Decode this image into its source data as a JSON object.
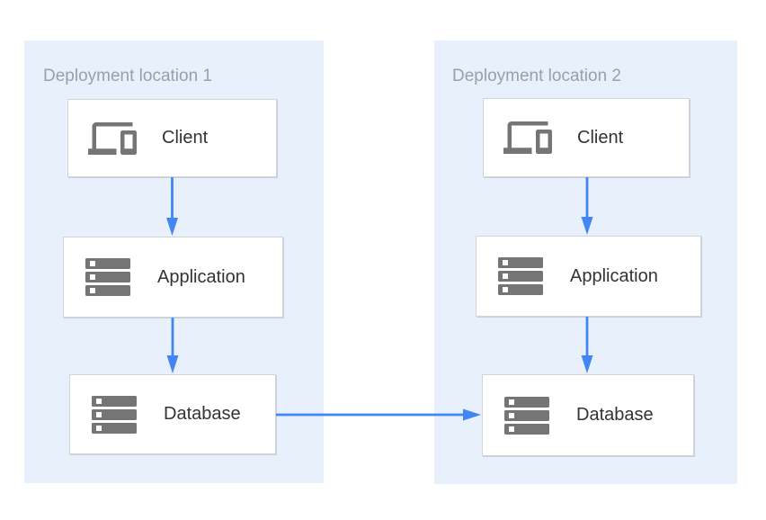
{
  "diagram": {
    "locations": [
      {
        "title": "Deployment location 1",
        "nodes": [
          {
            "label": "Client",
            "icon": "devices-icon"
          },
          {
            "label": "Application",
            "icon": "server-stack-icon"
          },
          {
            "label": "Database",
            "icon": "server-stack-icon"
          }
        ]
      },
      {
        "title": "Deployment location 2",
        "nodes": [
          {
            "label": "Client",
            "icon": "devices-icon"
          },
          {
            "label": "Application",
            "icon": "server-stack-icon"
          },
          {
            "label": "Database",
            "icon": "server-stack-icon"
          }
        ]
      }
    ],
    "connections": [
      {
        "from": "Deployment location 1 / Client",
        "to": "Deployment location 1 / Application",
        "direction": "down"
      },
      {
        "from": "Deployment location 1 / Application",
        "to": "Deployment location 1 / Database",
        "direction": "down"
      },
      {
        "from": "Deployment location 2 / Client",
        "to": "Deployment location 2 / Application",
        "direction": "down"
      },
      {
        "from": "Deployment location 2 / Application",
        "to": "Deployment location 2 / Database",
        "direction": "down"
      },
      {
        "from": "Deployment location 1 / Database",
        "to": "Deployment location 2 / Database",
        "direction": "right"
      }
    ],
    "colors": {
      "page_background": "#ffffff",
      "container_fill": "#e8f0fc",
      "container_title": "#9aa0a6",
      "node_fill": "#ffffff",
      "node_border": "#d0d5da",
      "node_label": "#333333",
      "icon": "#757575",
      "arrow": "#4285f4"
    }
  }
}
